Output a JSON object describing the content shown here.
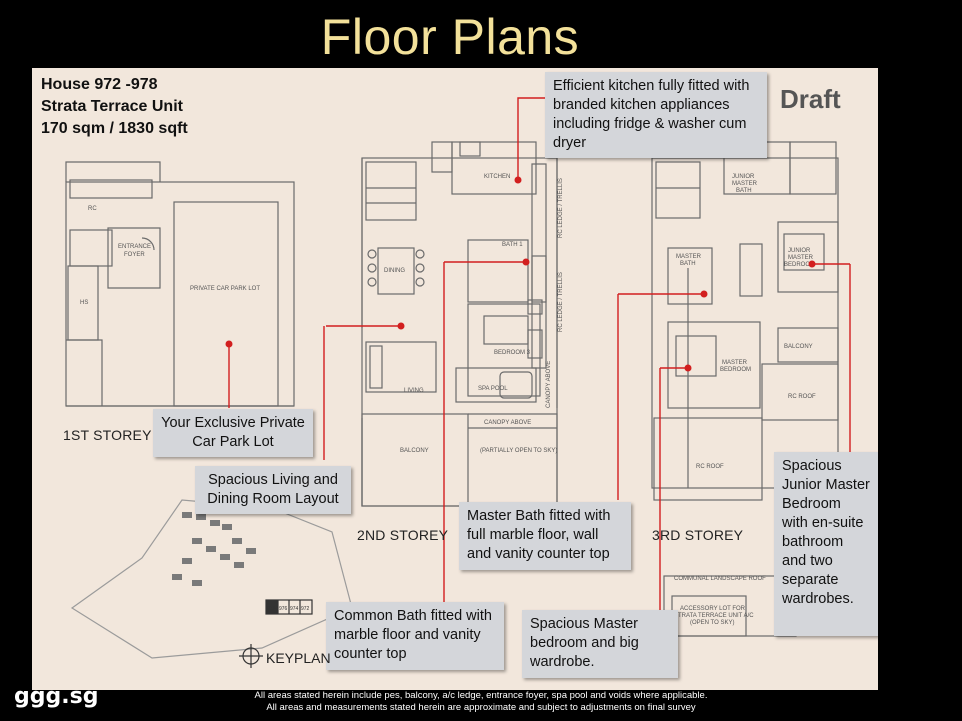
{
  "page": {
    "title": "Floor Plans",
    "draft_label": "Draft"
  },
  "unit_info": {
    "line1": "House 972 -978",
    "line2": "Strata Terrace Unit",
    "line3": "170 sqm / 1830 sqft"
  },
  "storeys": {
    "first": "1ST STOREY",
    "second": "2ND STOREY",
    "third": "3RD STOREY"
  },
  "room_labels": {
    "rc": "RC",
    "entrance_foyer_1": "ENTRANCE",
    "entrance_foyer_2": "FOYER",
    "hs": "HS",
    "car_park": "PRIVATE CAR PARK LOT",
    "kitchen": "KITCHEN",
    "dining": "DINING",
    "bath1": "BATH 1",
    "bedroom3": "BEDROOM 3",
    "living": "LIVING",
    "spa_pool": "SPA POOL",
    "balcony": "BALCONY",
    "canopy_above": "CANOPY ABOVE",
    "partially_open": "(PARTIALLY OPEN TO SKY)",
    "canopy_vertical": "CANOPY ABOVE",
    "rc_ledge_trellis": "RC LEDGE / TRELLIS",
    "junior_master_bath_1": "JUNIOR",
    "junior_master_bath_2": "MASTER",
    "junior_master_bath_3": "BATH",
    "junior_master_bedroom_1": "JUNIOR",
    "junior_master_bedroom_2": "MASTER",
    "junior_master_bedroom_3": "BEDROOM",
    "master_bath_1": "MASTER",
    "master_bath_2": "BATH",
    "master_bedroom_1": "MASTER",
    "master_bedroom_2": "BEDROOM",
    "balcony_3": "BALCONY",
    "rc_roof_1": "RC ROOF",
    "rc_roof_2": "RC ROOF",
    "communal_roof": "COMMUNAL LANDSCAPE ROOF",
    "accessory_1": "ACCESSORY LOT FOR",
    "accessory_2": "STRATA TERRACE UNIT A/C",
    "accessory_3": "(OPEN TO SKY)"
  },
  "callouts": {
    "kitchen": "Efficient kitchen fully fitted with branded kitchen appliances including fridge & washer cum dryer",
    "car_park": "Your Exclusive Private Car Park Lot",
    "living": "Spacious Living and Dining Room Layout",
    "master_bath": "Master Bath fitted with full marble floor, wall and vanity counter top",
    "common_bath": "Common Bath fitted with marble floor and vanity counter top",
    "master_bedroom": "Spacious Master bedroom and big wardrobe.",
    "junior_master": "Spacious Junior Master Bedroom with en-suite bathroom and two separate wardrobes."
  },
  "keyplan": {
    "label": "KEYPLAN",
    "units": [
      "978",
      "976",
      "974",
      "972"
    ]
  },
  "footer": {
    "line1": "All areas stated herein include pes, balcony, a/c ledge, entrance foyer, spa pool and voids where applicable.",
    "line2": "All areas and measurements stated herein are approximate and subject to adjustments on final survey"
  },
  "branding": {
    "logo": "ggg.sg"
  },
  "colors": {
    "title": "#f3e19a",
    "sheet": "#f2e7dc",
    "callout": "#d4d6da",
    "marker": "#d21f1f",
    "walls": "#6b6b6b"
  }
}
